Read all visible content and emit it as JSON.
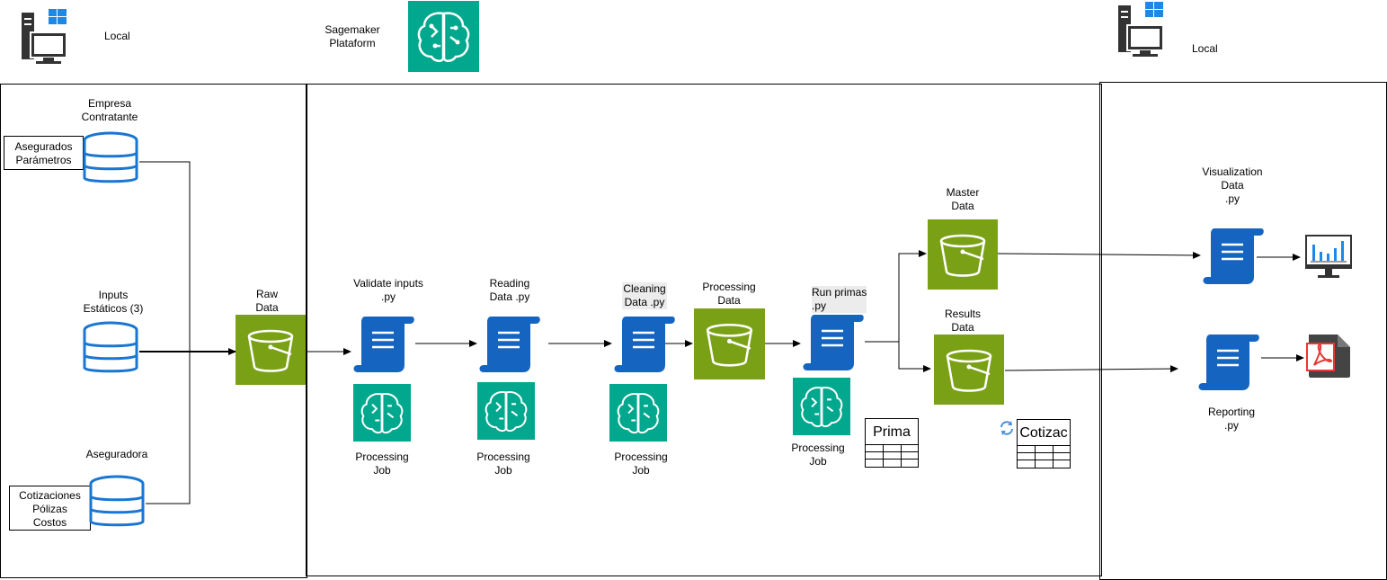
{
  "colors": {
    "sagemaker_teal": "#01a88d",
    "bucket_green": "#7aa116",
    "script_blue": "#1565c0",
    "db_blue": "#1976d2",
    "pdf_red": "#e53935",
    "line": "#000000"
  },
  "header": {
    "local_left": "Local",
    "sagemaker": "Sagemaker\nPlataform",
    "local_right": "Local"
  },
  "sources": {
    "empresa": {
      "title": "Empresa\nContratante",
      "box": "Asegurados\nParámetros",
      "icon": "database-icon"
    },
    "inputs": {
      "title": "Inputs\nEstáticos (3)",
      "icon": "database-icon"
    },
    "aseguradora": {
      "title": "Aseguradora",
      "box": "Cotizaciones\nPólizas\nCostos",
      "icon": "database-icon"
    }
  },
  "pipeline": {
    "raw": {
      "label": "Raw\nData",
      "icon": "s3-bucket-icon"
    },
    "validate": {
      "label": "Validate inputs\n.py",
      "job": "Processing\nJob"
    },
    "reading": {
      "label": "Reading\nData .py",
      "job": "Processing\nJob"
    },
    "cleaning": {
      "label": "Cleaning\nData .py",
      "job": "Processing\nJob"
    },
    "processing": {
      "label": "Processing\nData",
      "icon": "s3-bucket-icon"
    },
    "run_primas": {
      "label": "Run primas\n.py",
      "job": "Processing\nJob"
    },
    "master": {
      "label": "Master\nData",
      "icon": "s3-bucket-icon"
    },
    "results": {
      "label": "Results\nData",
      "icon": "s3-bucket-icon"
    },
    "prima_table": {
      "title": "Prima"
    },
    "cotizac_table": {
      "title": "Cotizac"
    }
  },
  "outputs": {
    "visualization": {
      "label": "Visualization\nData\n.py",
      "icon": "monitor-chart-icon"
    },
    "reporting": {
      "label": "Reporting\n.py",
      "icon": "pdf-file-icon"
    }
  }
}
